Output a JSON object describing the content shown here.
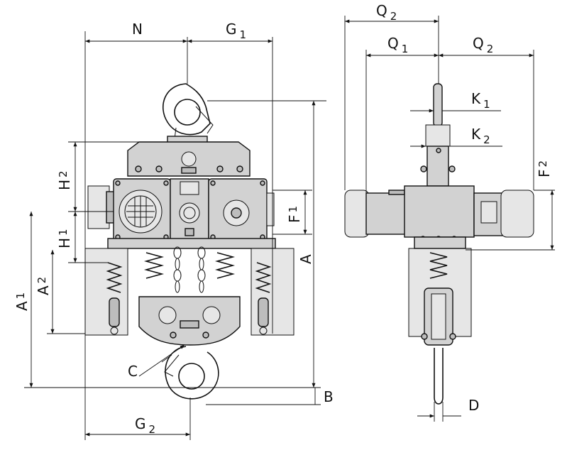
{
  "labels": {
    "N": "N",
    "G1": "G",
    "G1_sub": "1",
    "G2": "G",
    "G2_sub": "2",
    "H2": "H",
    "H2_sub": "2",
    "H1": "H",
    "H1_sub": "1",
    "A1": "A",
    "A1_sub": "1",
    "A2": "A",
    "A2_sub": "2",
    "A": "A",
    "F1": "F",
    "F1_sub": "1",
    "C": "C",
    "B": "B",
    "Q2_top": "Q",
    "Q2_top_sub": "2",
    "Q1": "Q",
    "Q1_sub": "1",
    "Q2": "Q",
    "Q2_sub": "2",
    "K1": "K",
    "K1_sub": "1",
    "K2": "K",
    "K2_sub": "2",
    "F2": "F",
    "F2_sub": "2",
    "D": "D"
  }
}
